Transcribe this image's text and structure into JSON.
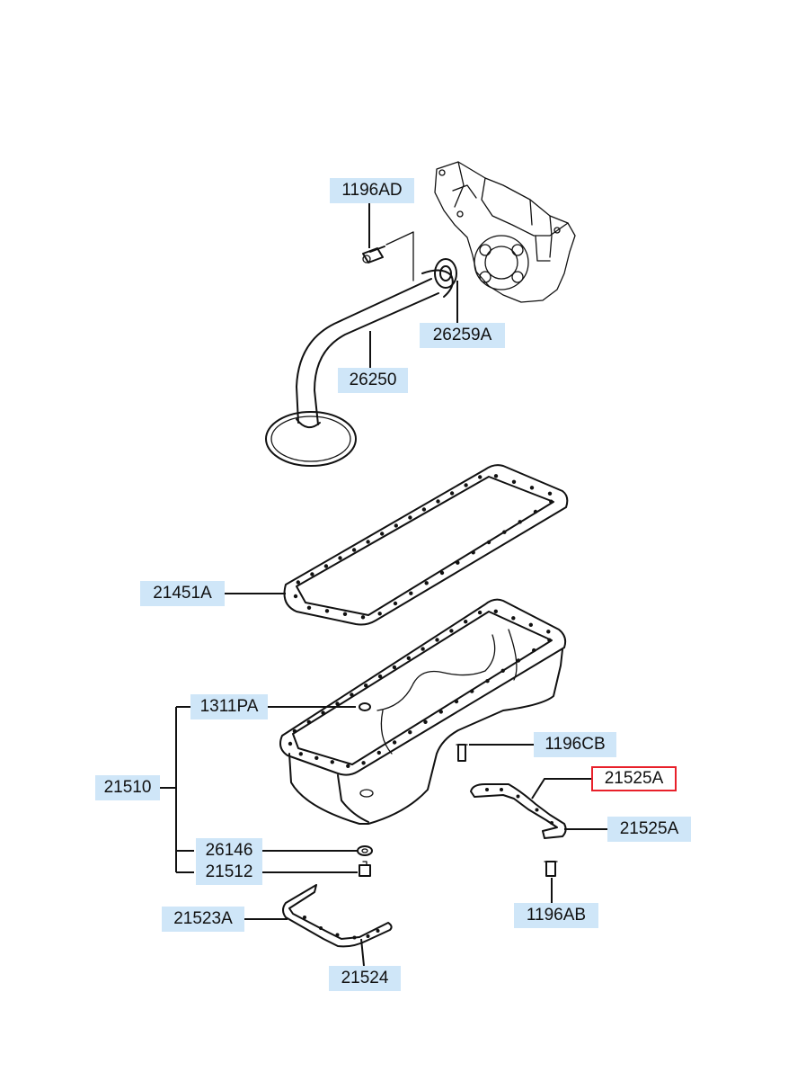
{
  "labels": {
    "l_1196AD": "1196AD",
    "l_26259A": "26259A",
    "l_26250": "26250",
    "l_21451A": "21451A",
    "l_1311PA": "1311PA",
    "l_21510": "21510",
    "l_1196CB": "1196CB",
    "l_21525A_top": "21525A",
    "l_21525A_bottom": "21525A",
    "l_26146": "26146",
    "l_21512": "21512",
    "l_1196AB": "1196AB",
    "l_21523A": "21523A",
    "l_21524": "21524"
  },
  "colors": {
    "label_background": "#cfe6f8",
    "selected_outline": "#e8202a",
    "line": "#111111"
  },
  "selected_label": "l_21525A_top"
}
